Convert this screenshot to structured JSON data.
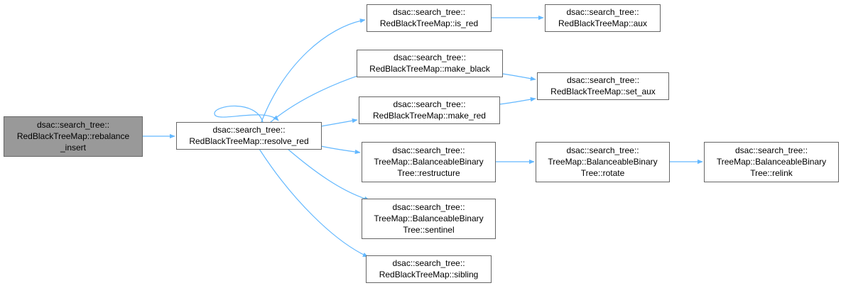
{
  "graph": {
    "colors": {
      "edge": "#63b8ff",
      "root_fill": "#999999",
      "node_fill": "#ffffff",
      "node_border": "#666666"
    },
    "nodes": [
      {
        "id": "rebalance_insert",
        "lines": [
          "dsac::search_tree::",
          "RedBlackTreeMap::rebalance",
          "_insert"
        ],
        "root": true
      },
      {
        "id": "resolve_red",
        "lines": [
          "dsac::search_tree::",
          "RedBlackTreeMap::resolve_red"
        ]
      },
      {
        "id": "is_red",
        "lines": [
          "dsac::search_tree::",
          "RedBlackTreeMap::is_red"
        ]
      },
      {
        "id": "make_black",
        "lines": [
          "dsac::search_tree::",
          "RedBlackTreeMap::make_black"
        ]
      },
      {
        "id": "make_red",
        "lines": [
          "dsac::search_tree::",
          "RedBlackTreeMap::make_red"
        ]
      },
      {
        "id": "restructure",
        "lines": [
          "dsac::search_tree::",
          "TreeMap::BalanceableBinary",
          "Tree::restructure"
        ]
      },
      {
        "id": "sentinel",
        "lines": [
          "dsac::search_tree::",
          "TreeMap::BalanceableBinary",
          "Tree::sentinel"
        ]
      },
      {
        "id": "sibling",
        "lines": [
          "dsac::search_tree::",
          "RedBlackTreeMap::sibling"
        ]
      },
      {
        "id": "aux",
        "lines": [
          "dsac::search_tree::",
          "RedBlackTreeMap::aux"
        ]
      },
      {
        "id": "set_aux",
        "lines": [
          "dsac::search_tree::",
          "RedBlackTreeMap::set_aux"
        ]
      },
      {
        "id": "rotate",
        "lines": [
          "dsac::search_tree::",
          "TreeMap::BalanceableBinary",
          "Tree::rotate"
        ]
      },
      {
        "id": "relink",
        "lines": [
          "dsac::search_tree::",
          "TreeMap::BalanceableBinary",
          "Tree::relink"
        ]
      }
    ],
    "edges": [
      {
        "from": "rebalance_insert",
        "to": "resolve_red"
      },
      {
        "from": "resolve_red",
        "to": "resolve_red"
      },
      {
        "from": "resolve_red",
        "to": "is_red"
      },
      {
        "from": "resolve_red",
        "to": "make_black"
      },
      {
        "from": "resolve_red",
        "to": "make_red"
      },
      {
        "from": "resolve_red",
        "to": "restructure"
      },
      {
        "from": "resolve_red",
        "to": "sentinel"
      },
      {
        "from": "resolve_red",
        "to": "sibling"
      },
      {
        "from": "is_red",
        "to": "aux"
      },
      {
        "from": "make_black",
        "to": "set_aux"
      },
      {
        "from": "make_red",
        "to": "set_aux"
      },
      {
        "from": "restructure",
        "to": "rotate"
      },
      {
        "from": "rotate",
        "to": "relink"
      }
    ]
  }
}
